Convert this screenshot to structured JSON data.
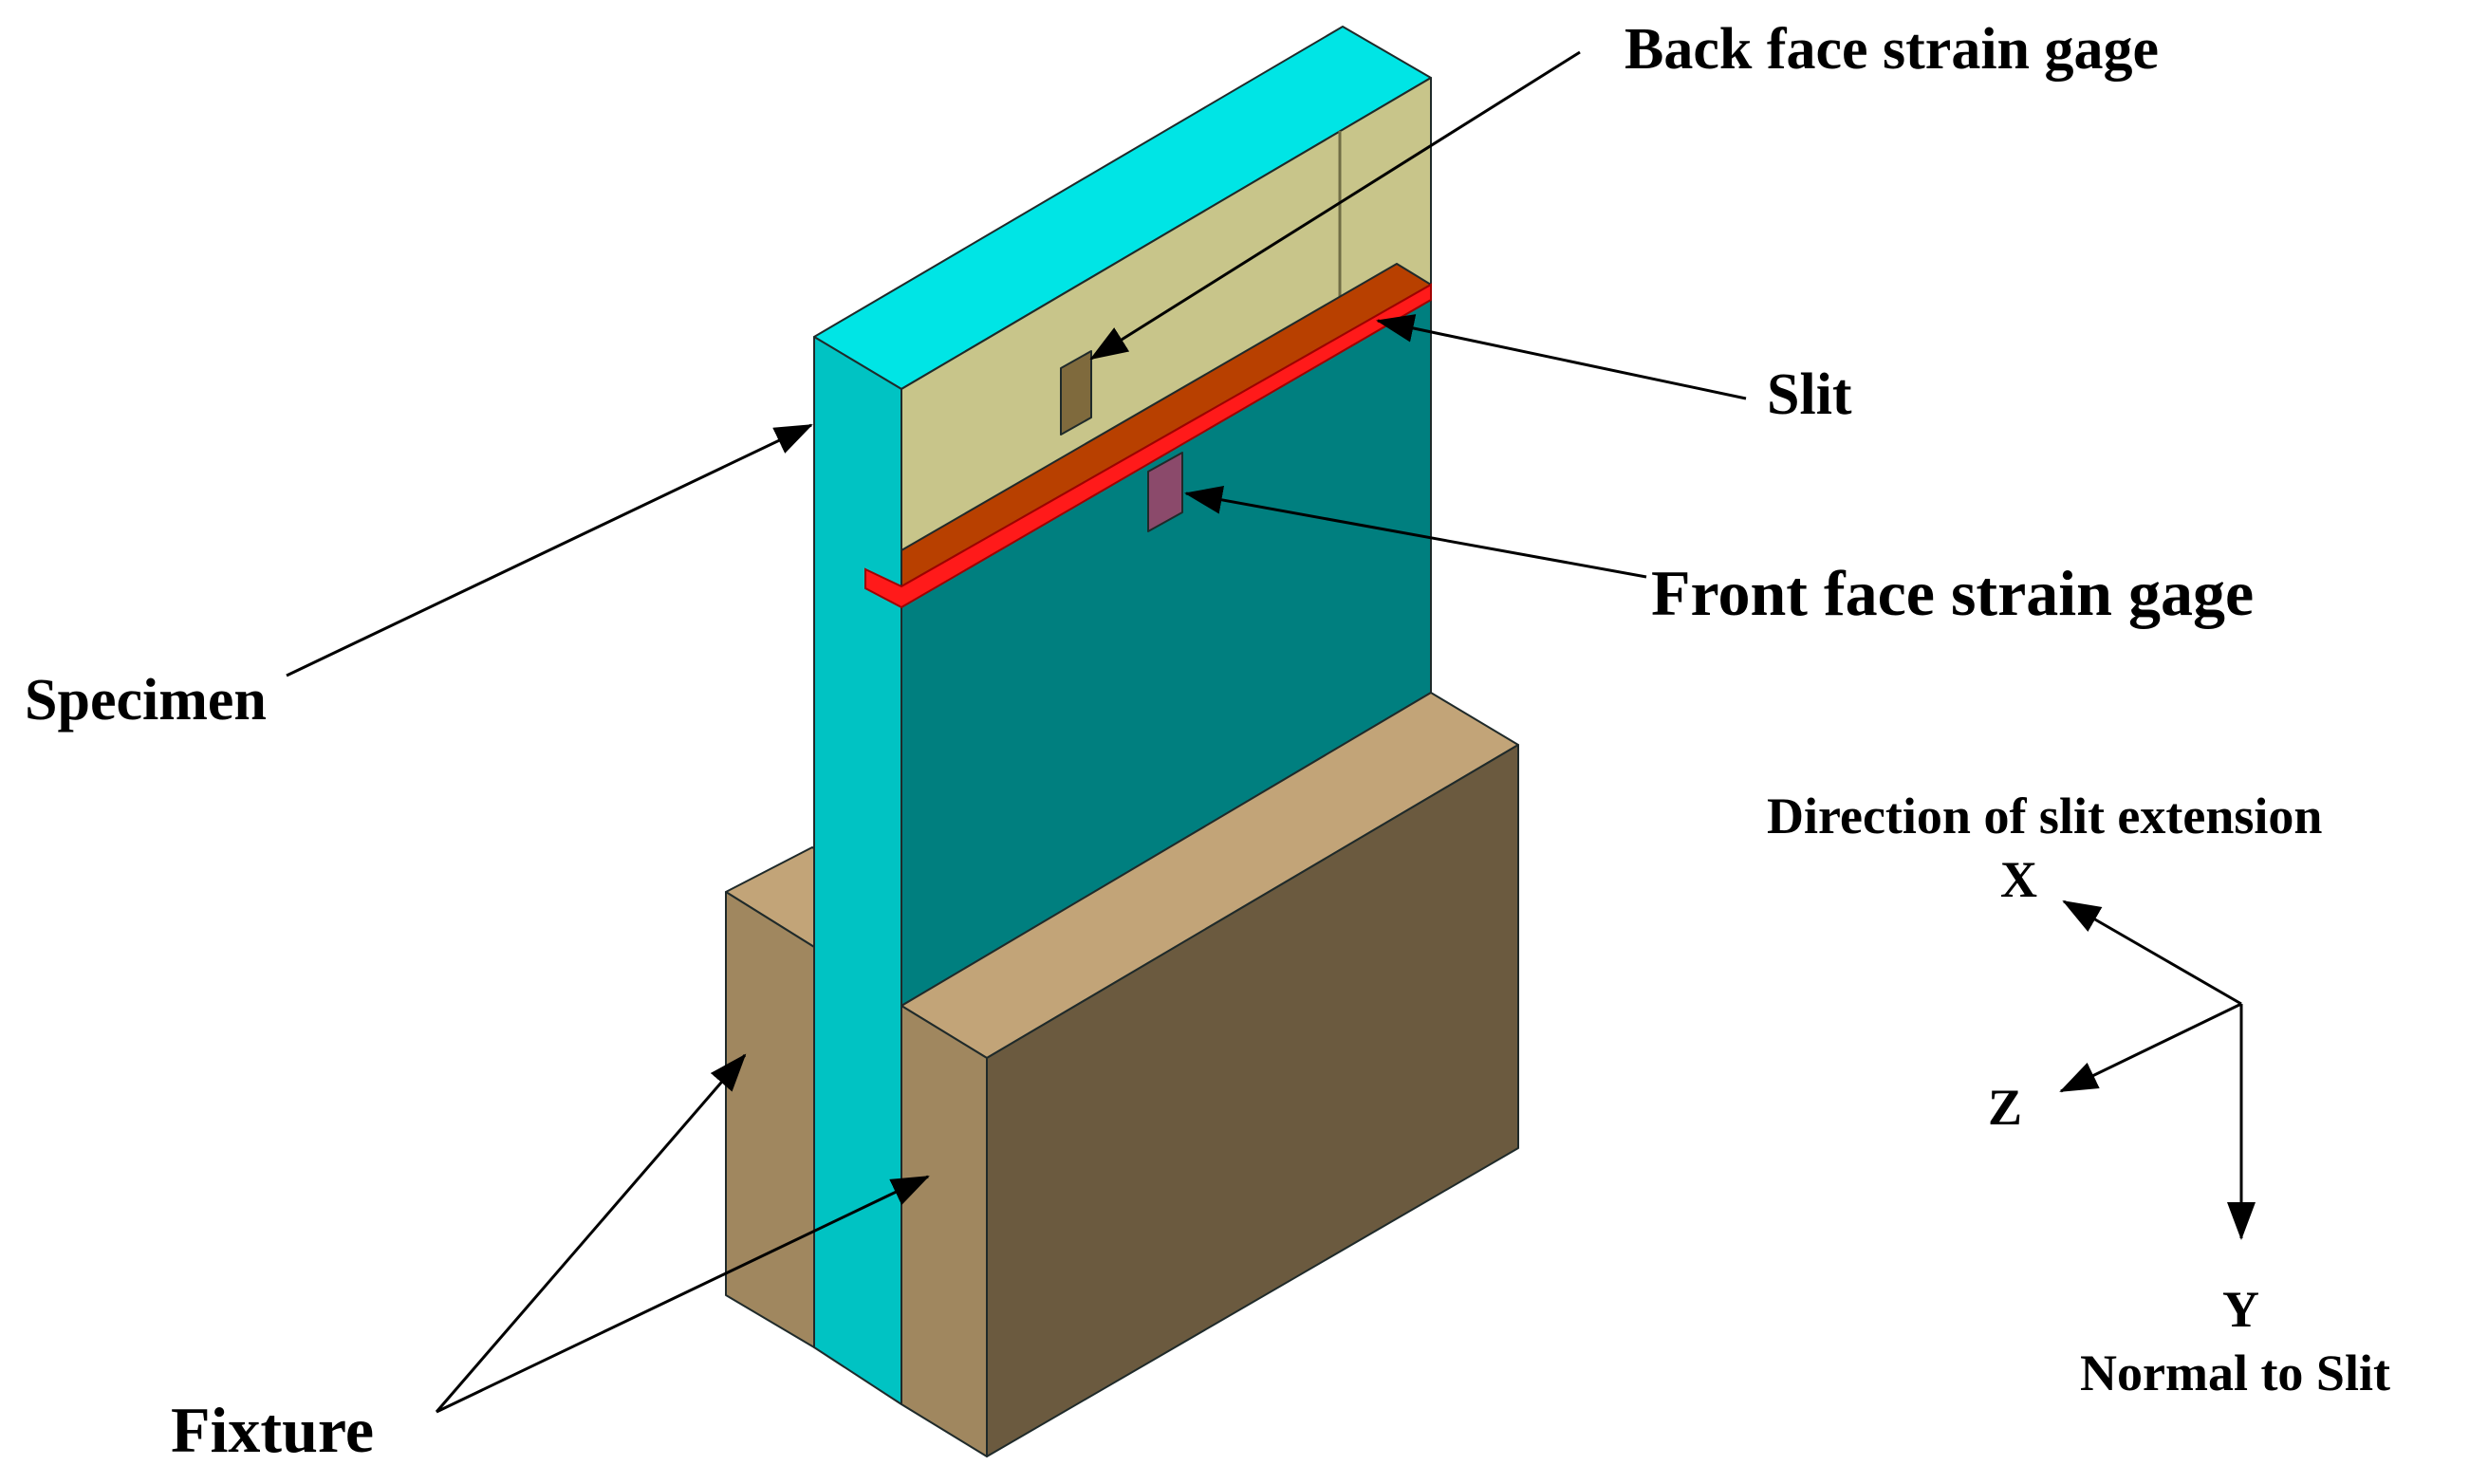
{
  "labels": {
    "back_gage": "Back face strain gage",
    "slit": "Slit",
    "front_gage": "Front face strain gage",
    "specimen": "Specimen",
    "fixture": "Fixture"
  },
  "axes": {
    "title": "Direction of slit extension",
    "x": "X",
    "z": "Z",
    "y": "Y",
    "y_caption": "Normal to Slit"
  },
  "colors": {
    "specimen_top": "#00e5e5",
    "specimen_edge": "#00c3c3",
    "specimen_front": "#007f7f",
    "specimen_back_upper": "#c8c58a",
    "slit": "#b84000",
    "slit_edge": "#ff1a1a",
    "front_gage": "#8b4a6b",
    "back_gage": "#7f6a3d",
    "fixture_top": "#c2a478",
    "fixture_left": "#a0875f",
    "fixture_front": "#6b5a3f"
  }
}
